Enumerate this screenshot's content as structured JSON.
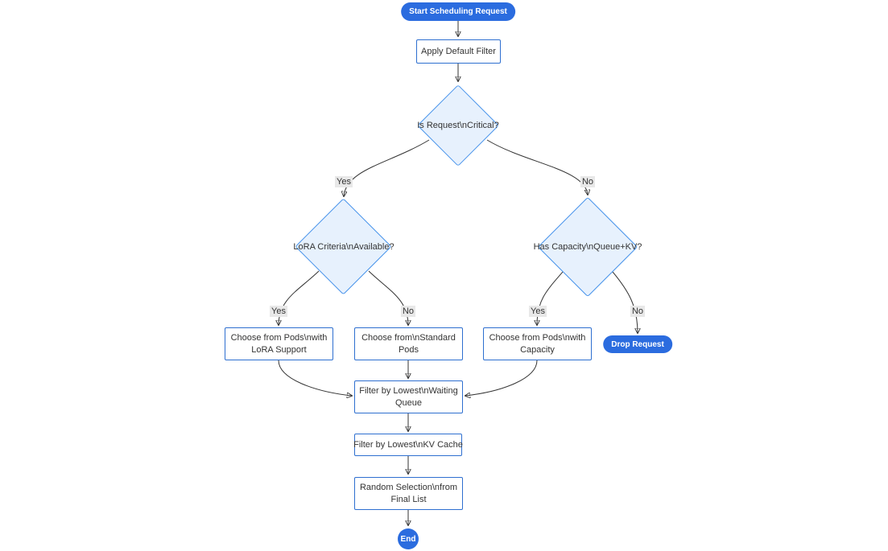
{
  "diagram": {
    "type": "flowchart",
    "direction": "top-down",
    "nodes": {
      "start": {
        "shape": "stadium",
        "lines": [
          "Start Scheduling Request"
        ]
      },
      "apply_filter": {
        "shape": "rect",
        "lines": [
          "Apply Default Filter"
        ]
      },
      "is_critical": {
        "shape": "diamond",
        "lines": [
          "Is Request\\nCritical?"
        ]
      },
      "lora_criteria": {
        "shape": "diamond",
        "lines": [
          "LoRA Criteria\\nAvailable?"
        ]
      },
      "has_capacity": {
        "shape": "diamond",
        "lines": [
          "Has Capacity\\nQueue+KV?"
        ]
      },
      "choose_lora": {
        "shape": "rect",
        "lines": [
          "Choose from Pods\\nwith",
          "LoRA Support"
        ]
      },
      "choose_standard": {
        "shape": "rect",
        "lines": [
          "Choose from\\nStandard",
          "Pods"
        ]
      },
      "choose_capacity": {
        "shape": "rect",
        "lines": [
          "Choose from Pods\\nwith",
          "Capacity"
        ]
      },
      "drop_request": {
        "shape": "stadium",
        "lines": [
          "Drop Request"
        ]
      },
      "filter_queue": {
        "shape": "rect",
        "lines": [
          "Filter by Lowest\\nWaiting",
          "Queue"
        ]
      },
      "filter_kv": {
        "shape": "rect",
        "lines": [
          "Filter by Lowest\\nKV Cache"
        ]
      },
      "random_selection": {
        "shape": "rect",
        "lines": [
          "Random Selection\\nfrom",
          "Final List"
        ]
      },
      "end": {
        "shape": "circle",
        "lines": [
          "End"
        ]
      }
    },
    "edge_labels": {
      "critical_yes": "Yes",
      "critical_no": "No",
      "lora_yes": "Yes",
      "lora_no": "No",
      "capacity_yes": "Yes",
      "capacity_no": "No"
    },
    "edges": [
      {
        "from": "start",
        "to": "apply_filter",
        "label": ""
      },
      {
        "from": "apply_filter",
        "to": "is_critical",
        "label": ""
      },
      {
        "from": "is_critical",
        "to": "lora_criteria",
        "label": "Yes"
      },
      {
        "from": "is_critical",
        "to": "has_capacity",
        "label": "No"
      },
      {
        "from": "lora_criteria",
        "to": "choose_lora",
        "label": "Yes"
      },
      {
        "from": "lora_criteria",
        "to": "choose_standard",
        "label": "No"
      },
      {
        "from": "has_capacity",
        "to": "choose_capacity",
        "label": "Yes"
      },
      {
        "from": "has_capacity",
        "to": "drop_request",
        "label": "No"
      },
      {
        "from": "choose_lora",
        "to": "filter_queue",
        "label": ""
      },
      {
        "from": "choose_standard",
        "to": "filter_queue",
        "label": ""
      },
      {
        "from": "choose_capacity",
        "to": "filter_queue",
        "label": ""
      },
      {
        "from": "filter_queue",
        "to": "filter_kv",
        "label": ""
      },
      {
        "from": "filter_kv",
        "to": "random_selection",
        "label": ""
      },
      {
        "from": "random_selection",
        "to": "end",
        "label": ""
      }
    ],
    "colors": {
      "accent_fill": "#2b6cdf",
      "process_border": "#2e6fd0",
      "process_fill": "#ffffff",
      "decision_fill": "#e7f1fd",
      "decision_border": "#4793eb",
      "edge_stroke": "#333333",
      "edge_label_bg": "#e8e8e8",
      "text": "#333333",
      "pill_text": "#ffffff"
    }
  }
}
